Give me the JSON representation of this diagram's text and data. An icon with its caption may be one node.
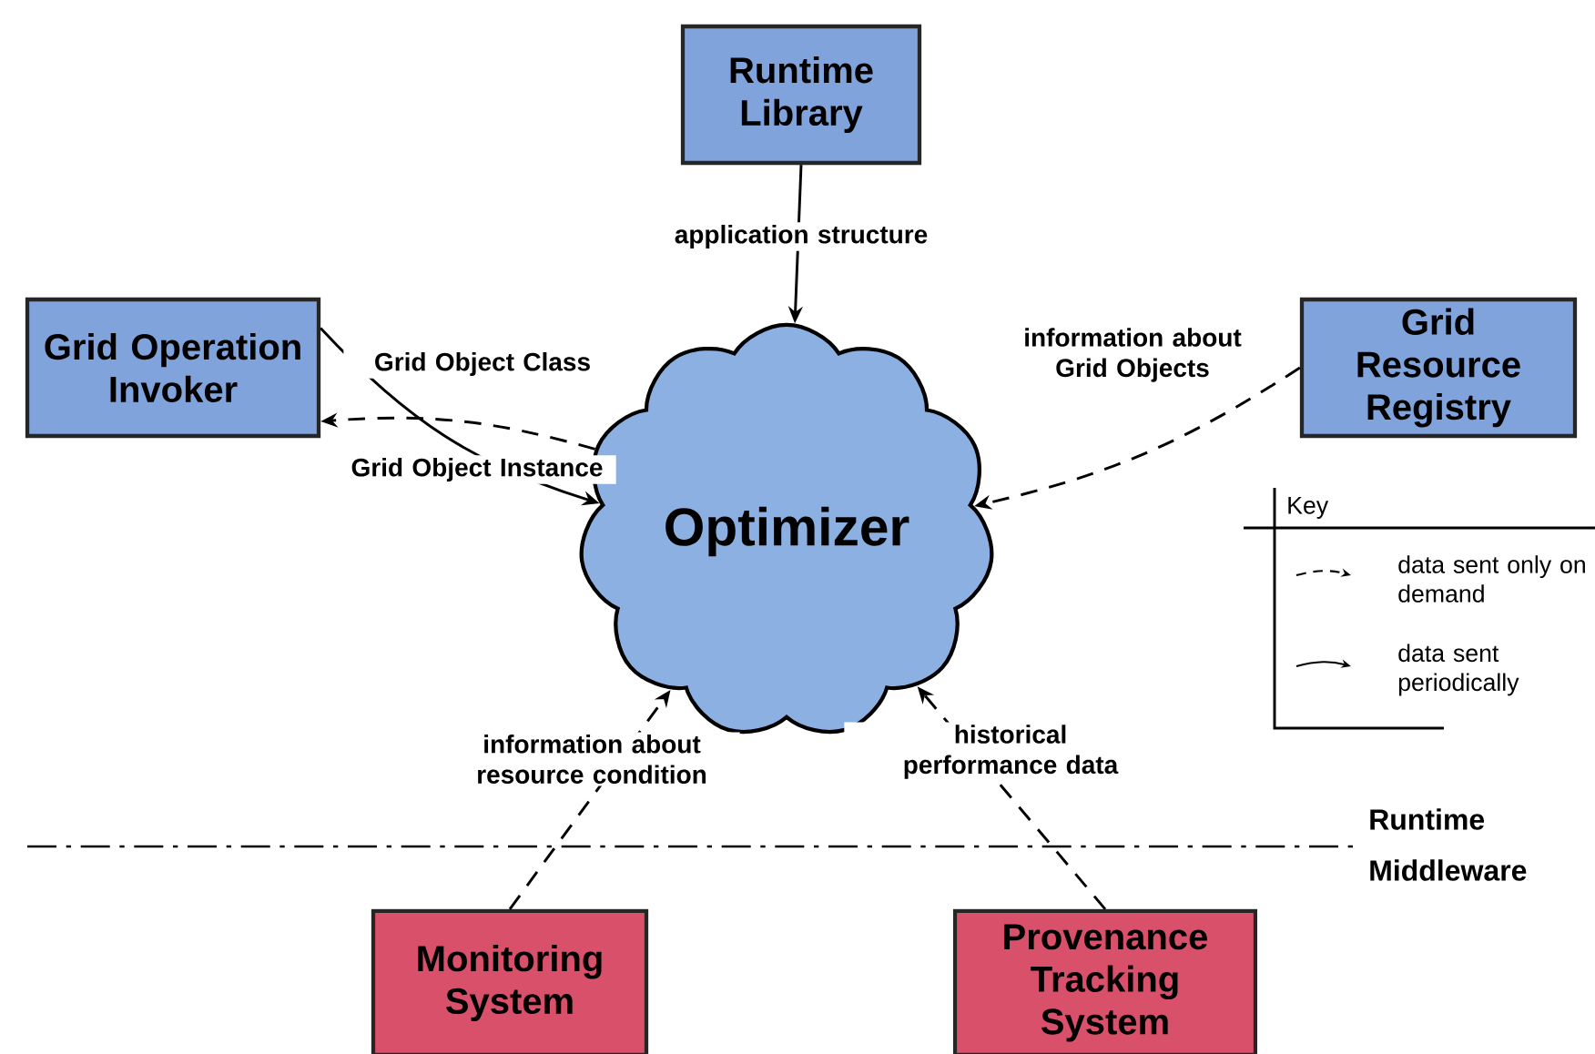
{
  "diagram": {
    "nodes": [
      {
        "text": [
          "Runtime Library"
        ]
      },
      {
        "text": [
          "Grid Operation Invoker"
        ]
      },
      {
        "text": [
          "Grid Resource Registry"
        ]
      },
      {
        "text": [
          "Optimizer"
        ]
      },
      {
        "text": [
          "Monitoring System"
        ]
      },
      {
        "text": [
          "Provenance Tracking System"
        ]
      }
    ],
    "edges": [
      {
        "from": 0,
        "to": 3,
        "arrow": "to",
        "label": "application structure"
      },
      {
        "from": 1,
        "to": 3,
        "arrow": "to",
        "label": "Grid Object Class"
      },
      {
        "from": 3,
        "to": 1,
        "arrow": "to",
        "label": "Grid Object Instance",
        "style": "dashed"
      },
      {
        "from": 2,
        "to": 3,
        "arrow": "to",
        "label": "information about Grid Objects",
        "style": "dashed"
      },
      {
        "from": 4,
        "to": 3,
        "arrow": "to",
        "label": "information about resource condition",
        "style": "dashed"
      },
      {
        "from": 5,
        "to": 3,
        "arrow": "to",
        "label": "historical performance data",
        "style": "dashed"
      }
    ],
    "labels": [
      "Runtime",
      "Middleware",
      "Key"
    ],
    "legend": [
      {
        "text": "data sent only on demand"
      },
      {
        "text": "data sent periodically"
      }
    ]
  }
}
